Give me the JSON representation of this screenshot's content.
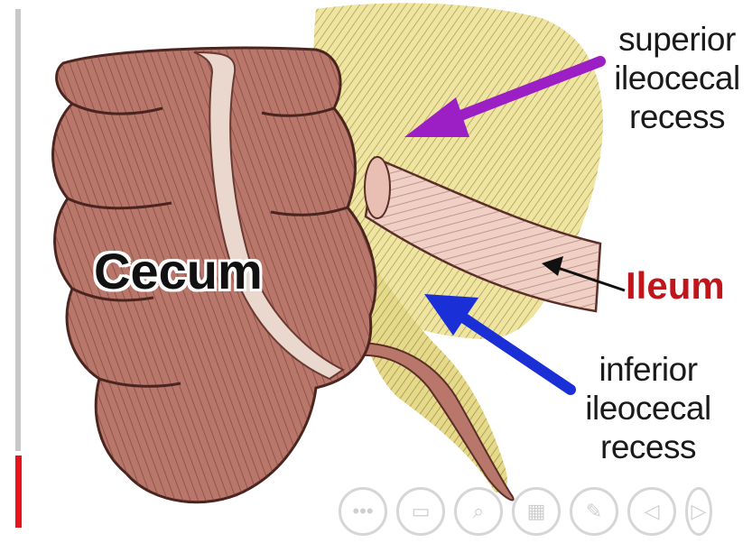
{
  "labels": {
    "cecum": "Cecum",
    "ileum": "Ileum",
    "superior_line1": "superior",
    "superior_line2": "ileocecal",
    "superior_line3": "recess",
    "inferior_line1": "inferior",
    "inferior_line2": "ileocecal",
    "inferior_line3": "recess"
  },
  "colors": {
    "ileum_label": "#c0161b",
    "superior_arrow": "#9b1fc4",
    "inferior_arrow": "#1a2fd6",
    "ileum_arrow": "#111111",
    "cecum_fill": "#b9766a",
    "mesentery_fill": "#efe4a0",
    "ileum_fill": "#f0cfc4",
    "left_bar_red": "#e8141b"
  },
  "slideshow_controls": [
    "more-icon",
    "slide-view-icon",
    "zoom-icon",
    "grid-icon",
    "pen-icon",
    "prev-icon",
    "next-icon"
  ]
}
